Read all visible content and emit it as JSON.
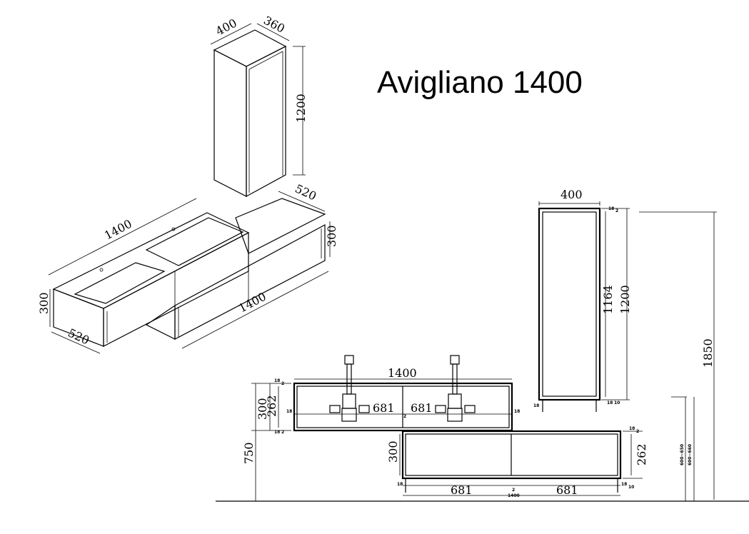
{
  "title": "Avigliano 1400",
  "iso_tall": {
    "width": "400",
    "depth": "360",
    "height": "1200"
  },
  "iso_main": {
    "top_length": "1400",
    "left_height": "300",
    "left_depth": "520",
    "right_depth": "520",
    "right_height": "300",
    "bottom_length": "1400"
  },
  "tall_front": {
    "width": "400",
    "inner": "1164",
    "height": "1200",
    "total": "1850",
    "top_gap": "18",
    "top_gap2": "2",
    "foot_l": "18",
    "foot_r": "18",
    "foot_r2": "10"
  },
  "basin_front": {
    "width": "1400",
    "half_left": "681",
    "half_right": "681",
    "height": "300",
    "inner": "262",
    "top_gap": "18",
    "top_gap2": "2",
    "side_l": "18",
    "side_r": "18",
    "center": "2",
    "bottom_gap": "18",
    "bottom_gap2": "2"
  },
  "lower_front": {
    "half_left": "681",
    "half_right": "681",
    "total": "1400",
    "height": "300",
    "inner": "262",
    "center": "2",
    "foot_l": "18",
    "foot_r": "18",
    "top_gap": "18",
    "top_gap2": "2",
    "bottom_r": "10"
  },
  "floor": {
    "height": "750",
    "range_a": "600~650",
    "range_b": "600~660"
  }
}
